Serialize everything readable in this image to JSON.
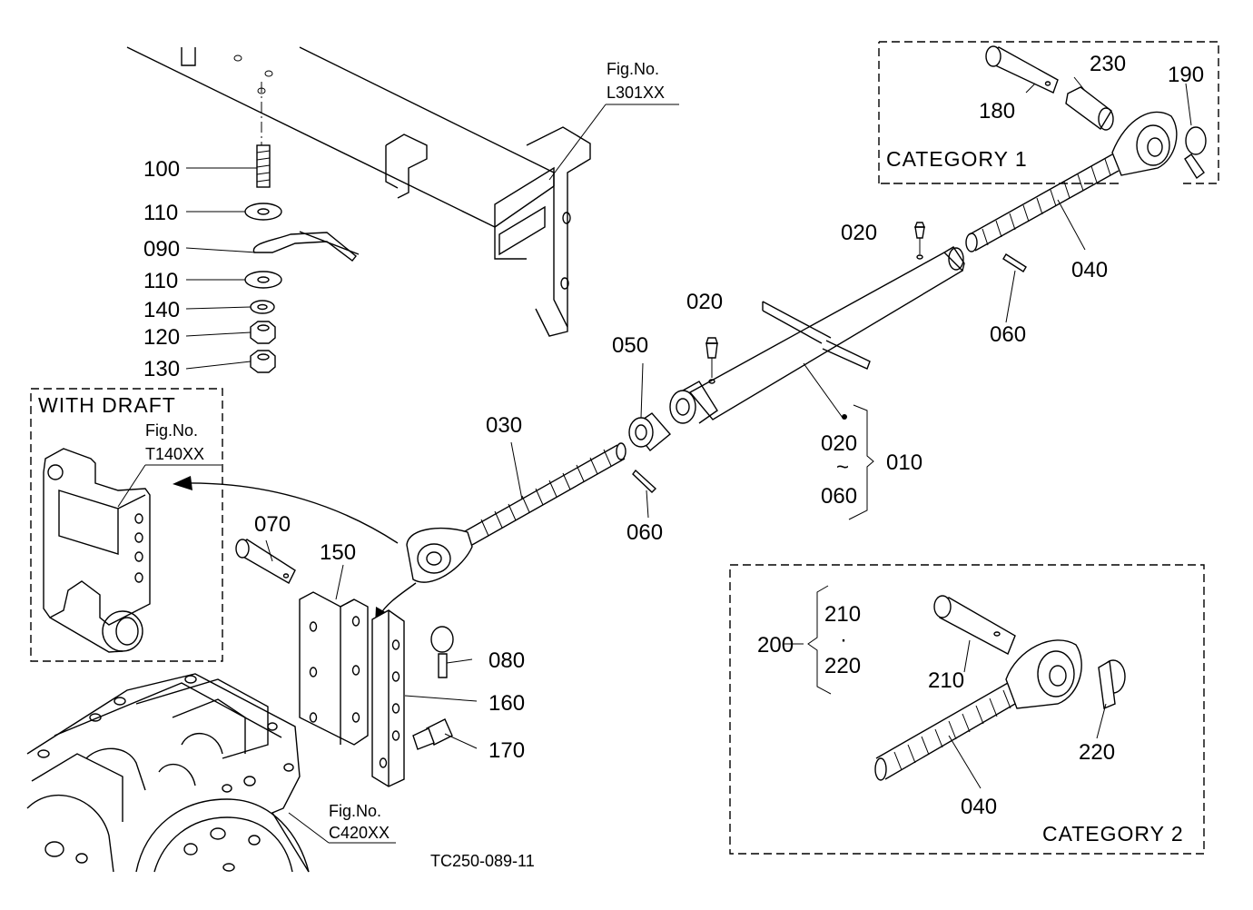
{
  "labels": {
    "p100": "100",
    "p110a": "110",
    "p090": "090",
    "p110b": "110",
    "p140": "140",
    "p120": "120",
    "p130": "130",
    "p030": "030",
    "p050": "050",
    "p020a": "020",
    "p020b": "020",
    "p060a": "060",
    "p060b": "060",
    "p040a": "040",
    "p040b": "040",
    "p010": "010",
    "p010_from": "020",
    "p010_tilde": "~",
    "p010_to": "060",
    "p070": "070",
    "p150": "150",
    "p080": "080",
    "p160": "160",
    "p170": "170",
    "p180": "180",
    "p230": "230",
    "p190": "190",
    "p200": "200",
    "p210a": "210",
    "p200_dot": "·",
    "p220a": "220",
    "p210b": "210",
    "p220b": "220"
  },
  "boxes": {
    "category1": "CATEGORY  1",
    "category2": "CATEGORY  2",
    "with_draft": "WITH  DRAFT"
  },
  "fig_refs": {
    "l301_label": "Fig.No.",
    "l301_code": "L301XX",
    "t140_label": "Fig.No.",
    "t140_code": "T140XX",
    "c420_label": "Fig.No.",
    "c420_code": "C420XX"
  },
  "drawing_code": "TC250-089-11"
}
